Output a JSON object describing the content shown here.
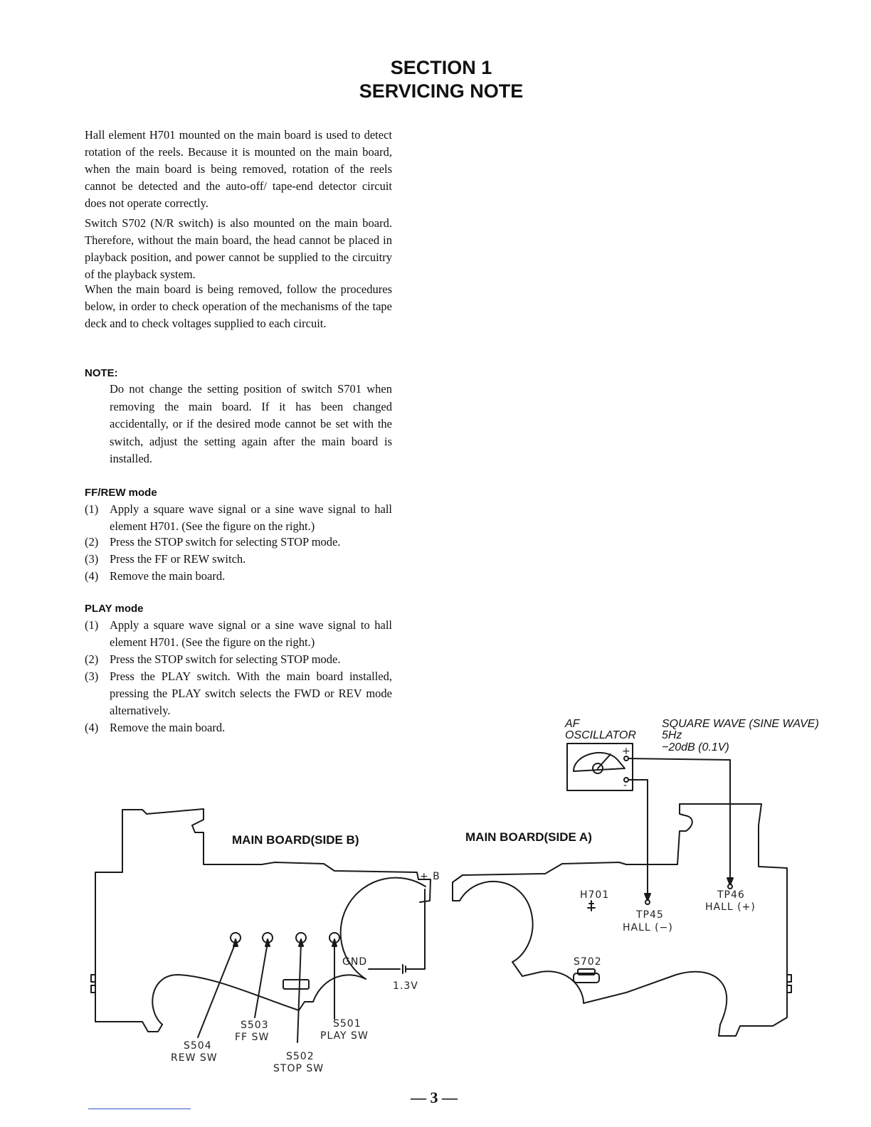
{
  "header": {
    "section": "SECTION  1",
    "title": "SERVICING NOTE"
  },
  "intro": {
    "p1": "Hall element H701 mounted on the main board is used to detect rotation of the reels. Because it is mounted on the main board, when the main board is being removed, rotation of the reels cannot be detected and the auto-off/ tape-end detector circuit does not operate correctly.",
    "p2": "Switch S702 (N/R switch) is also mounted on the main board. Therefore, without the main board, the head cannot be placed in playback position, and power cannot be supplied to the circuitry of the playback system.",
    "p3": "When the main board is being removed, follow the procedures below, in order to check operation of the mechanisms of the tape deck and to check voltages supplied to each circuit."
  },
  "note": {
    "heading": "NOTE:",
    "body": "Do not change the setting position of switch S701 when removing the main board. If it has been changed accidentally, or if the desired mode cannot be set with the switch, adjust the setting again after the main board is installed."
  },
  "ffrew": {
    "heading": "FF/REW mode",
    "steps": [
      {
        "num": "(1)",
        "text": "Apply a square wave signal or a sine wave signal to hall element H701. (See the figure on the right.)"
      },
      {
        "num": "(2)",
        "text": "Press the STOP switch for selecting STOP mode."
      },
      {
        "num": "(3)",
        "text": "Press the FF or REW switch."
      },
      {
        "num": "(4)",
        "text": "Remove the main board."
      }
    ]
  },
  "play": {
    "heading": "PLAY mode",
    "steps": [
      {
        "num": "(1)",
        "text": "Apply a square wave signal or a sine wave signal to hall element H701. (See the figure on the right.)"
      },
      {
        "num": "(2)",
        "text": "Press the STOP switch for selecting STOP mode."
      },
      {
        "num": "(3)",
        "text": "Press the PLAY switch. With the main board installed, pressing the PLAY switch selects the FWD or REV mode alternatively."
      },
      {
        "num": "(4)",
        "text": "Remove the main board."
      }
    ]
  },
  "figure": {
    "osc_label_1": "AF",
    "osc_label_2": "OSCILLATOR",
    "signal_1": "SQUARE WAVE (SINE WAVE)",
    "signal_2": "5Hz",
    "signal_3": "−20dB (0.1V)",
    "plus": "+",
    "minus": "-",
    "side_b": "MAIN BOARD(SIDE B)",
    "side_a": "MAIN BOARD(SIDE A)",
    "plus_b": "+ B",
    "gnd": "GND",
    "volt": "1.3V",
    "s503": "S503",
    "s503_name": "FF  SW",
    "s501": "S501",
    "s501_name": "PLAY  SW",
    "s504": "S504",
    "s504_name": "REW  SW",
    "s502": "S502",
    "s502_name": "STOP  SW",
    "h701": "H701",
    "s702": "S702",
    "tp45": "TP45",
    "tp45_name": "HALL  (−)",
    "tp46": "TP46",
    "tp46_name": "HALL  (+)"
  },
  "footer": {
    "page": "— 3 —"
  }
}
